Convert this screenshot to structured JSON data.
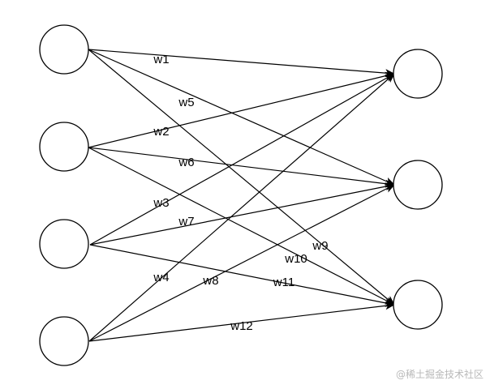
{
  "diagram": {
    "input_nodes": [
      "",
      "",
      "",
      ""
    ],
    "output_nodes": [
      "",
      "",
      ""
    ],
    "edges": [
      {
        "from": 0,
        "to": 0,
        "label": "w1"
      },
      {
        "from": 0,
        "to": 1,
        "label": "w5"
      },
      {
        "from": 0,
        "to": 2,
        "label": "w9"
      },
      {
        "from": 1,
        "to": 0,
        "label": "w2"
      },
      {
        "from": 1,
        "to": 1,
        "label": "w6"
      },
      {
        "from": 1,
        "to": 2,
        "label": "w10"
      },
      {
        "from": 2,
        "to": 0,
        "label": "w3"
      },
      {
        "from": 2,
        "to": 1,
        "label": "w7"
      },
      {
        "from": 2,
        "to": 2,
        "label": "w11"
      },
      {
        "from": 3,
        "to": 0,
        "label": "w4"
      },
      {
        "from": 3,
        "to": 1,
        "label": "w8"
      },
      {
        "from": 3,
        "to": 2,
        "label": "w12"
      }
    ]
  },
  "watermark": "@稀土掘金技术社区"
}
